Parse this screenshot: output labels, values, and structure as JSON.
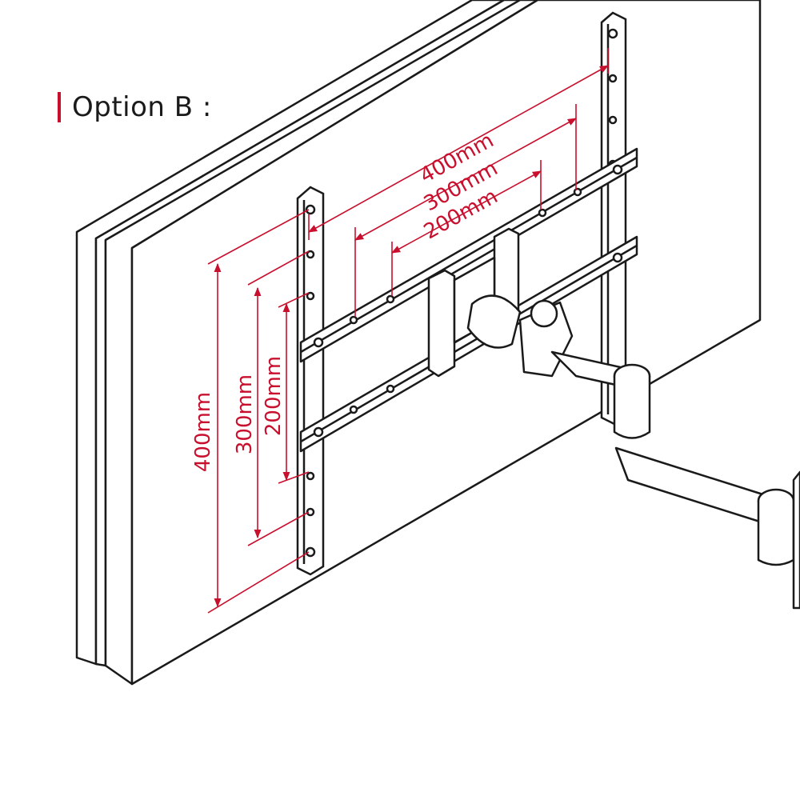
{
  "heading": {
    "label": "Option B :"
  },
  "dimensions": {
    "horizontal": [
      "400mm",
      "300mm",
      "200mm"
    ],
    "vertical": [
      "400mm",
      "300mm",
      "200mm"
    ]
  },
  "colors": {
    "accent": "#c8102e",
    "line": "#1a1a1a",
    "background": "#ffffff"
  }
}
